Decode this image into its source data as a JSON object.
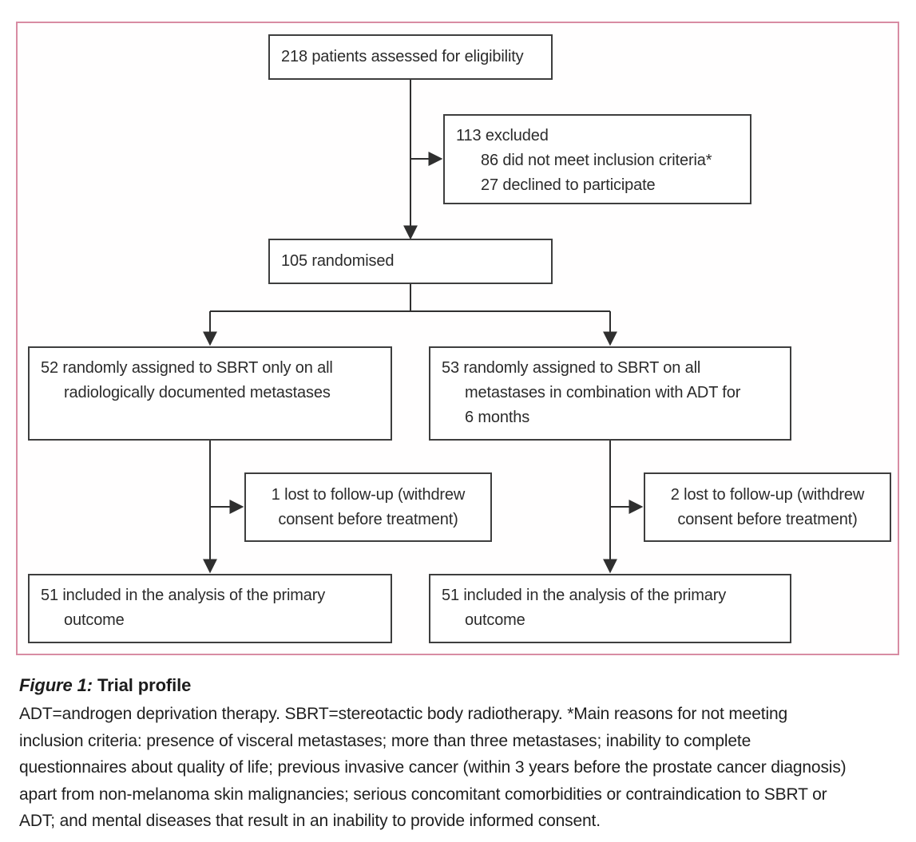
{
  "figure": {
    "nodes": {
      "eligibility": {
        "lines": [
          "218 patients assessed for eligibility"
        ]
      },
      "excluded": {
        "lines": [
          "113 excluded",
          "86 did not meet inclusion criteria*",
          "27 declined to participate"
        ]
      },
      "randomised": {
        "lines": [
          "105 randomised"
        ]
      },
      "arm_sbrt": {
        "lines": [
          "52 randomly assigned to SBRT only on all",
          "radiologically documented metastases"
        ]
      },
      "arm_sbrt_adt": {
        "lines": [
          "53 randomly assigned to SBRT on all",
          "metastases in combination with ADT for",
          "6 months"
        ]
      },
      "lost_sbrt": {
        "lines": [
          "1 lost to follow-up (withdrew",
          "consent before treatment)"
        ]
      },
      "lost_sbrt_adt": {
        "lines": [
          "2 lost to follow-up (withdrew",
          "consent before treatment)"
        ]
      },
      "analysis_sbrt": {
        "lines": [
          "51 included in the analysis of the primary",
          "outcome"
        ]
      },
      "analysis_sbrt_adt": {
        "lines": [
          "51 included in the analysis of the primary",
          "outcome"
        ]
      }
    },
    "caption": {
      "title_label": "Figure 1:",
      "title_text": " Trial profile",
      "body_lines": [
        "ADT=androgen deprivation therapy. SBRT=stereotactic body radiotherapy. *Main reasons for not meeting",
        "inclusion criteria: presence of visceral metastases; more than three metastases; inability to complete",
        "questionnaires about quality of life; previous invasive cancer (within 3 years before the prostate cancer diagnosis)",
        "apart from non-melanoma skin malignancies; serious concomitant comorbidities or contraindication to SBRT or",
        "ADT; and mental diseases that result in an inability to provide informed consent."
      ]
    },
    "colors": {
      "frame_pink": "#d88ca3",
      "box_border": "#3e3e3e",
      "text": "#2b2b2b"
    }
  }
}
